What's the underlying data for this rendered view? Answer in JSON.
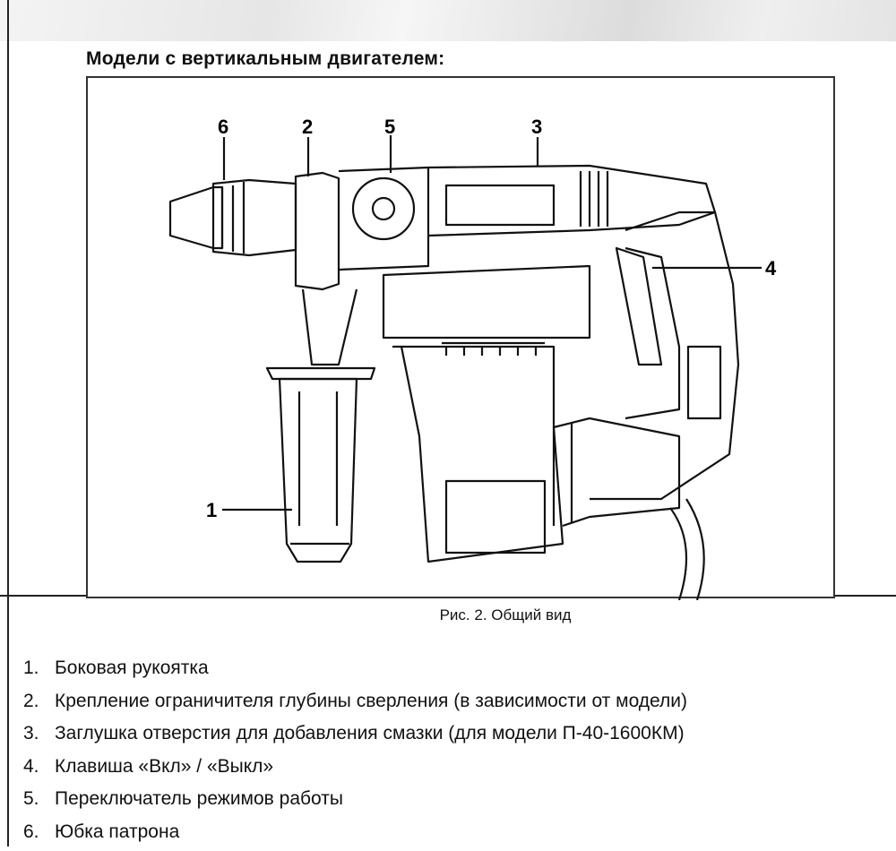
{
  "heading": "Модели с вертикальным двигателем:",
  "figure": {
    "callouts": [
      "1",
      "2",
      "3",
      "4",
      "5",
      "6"
    ],
    "caption": "Рис. 2. Общий вид"
  },
  "parts": [
    {
      "num": "1.",
      "label": "Боковая рукоятка"
    },
    {
      "num": "2.",
      "label": "Крепление ограничителя глубины сверления (в зависимости от модели)"
    },
    {
      "num": "3.",
      "label": "Заглушка отверстия для добавления смазки (для модели П-40-1600КМ)"
    },
    {
      "num": "4.",
      "label": "Клавиша «Вкл» / «Выкл»"
    },
    {
      "num": "5.",
      "label": "Переключатель режимов работы"
    },
    {
      "num": "6.",
      "label": "Юбка патрона"
    }
  ]
}
